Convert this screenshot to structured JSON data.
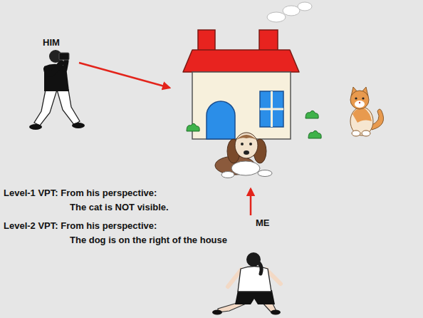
{
  "diagram": {
    "labels": [
      "HIM",
      "ME",
      "Level-1 VPT: From his perspective:",
      "The cat is NOT visible.",
      "Level-2 VPT: From his perspective:",
      "The dog is on the right of the house"
    ]
  }
}
